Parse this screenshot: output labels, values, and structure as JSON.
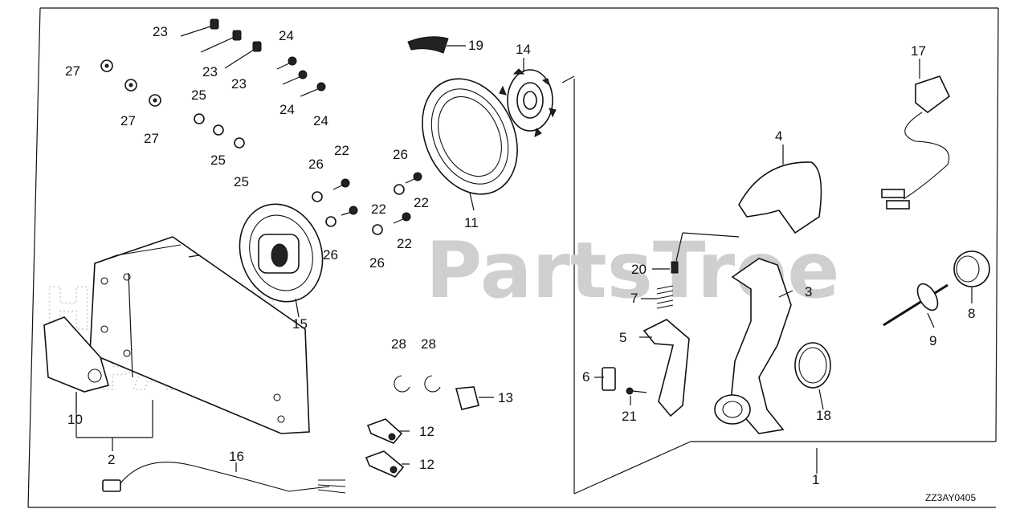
{
  "watermark": {
    "brand": "PartsTree",
    "left_text_1": "HONDA",
    "left_text_2": "PARTS"
  },
  "diagram_code": "ZZ3AY0405",
  "callouts": {
    "c1": "1",
    "c2": "2",
    "c3": "3",
    "c4": "4",
    "c5": "5",
    "c6": "6",
    "c7": "7",
    "c8": "8",
    "c9": "9",
    "c10": "10",
    "c11": "11",
    "c12a": "12",
    "c12b": "12",
    "c13": "13",
    "c14": "14",
    "c15": "15",
    "c16": "16",
    "c17": "17",
    "c18": "18",
    "c19": "19",
    "c20": "20",
    "c21": "21",
    "c22a": "22",
    "c22b": "22",
    "c22c": "22",
    "c22d": "22",
    "c23a": "23",
    "c23b": "23",
    "c23c": "23",
    "c24a": "24",
    "c24b": "24",
    "c24c": "24",
    "c25a": "25",
    "c25b": "25",
    "c25c": "25",
    "c26a": "26",
    "c26b": "26",
    "c26c": "26",
    "c26d": "26",
    "c27a": "27",
    "c27b": "27",
    "c27c": "27",
    "c28a": "28",
    "c28b": "28"
  }
}
